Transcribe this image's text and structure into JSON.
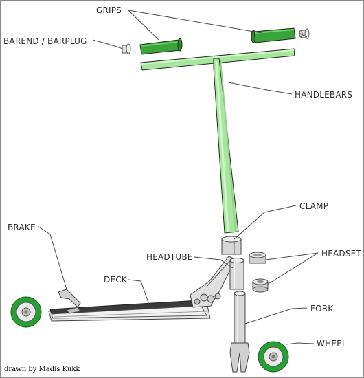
{
  "labels": {
    "grips": "GRIPS",
    "barend": "BAREND / BARPLUG",
    "handlebars": "HANDLEBARS",
    "clamp": "CLAMP",
    "brake": "BRAKE",
    "headtube": "HEADTUBE",
    "headset": "HEADSET",
    "deck": "DECK",
    "fork": "FORK",
    "wheel": "WHEEL"
  },
  "credit": "drawn by Madis Kukk",
  "colors": {
    "handlebar": "#a8e6a0",
    "grip": "#3aa33a",
    "wheel_rim": "#27a033",
    "metal": "#d6d6d6",
    "deck": "#3a3a3a"
  }
}
